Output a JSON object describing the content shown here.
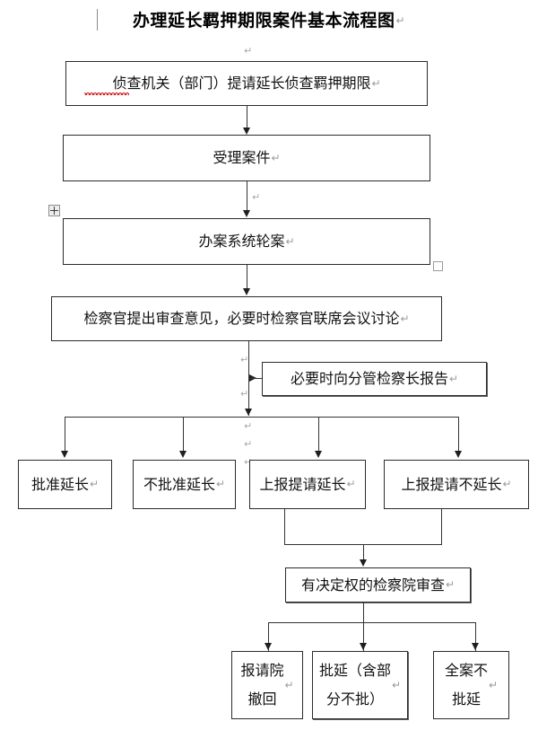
{
  "document": {
    "title": "办理延长羁押期限案件基本流程图",
    "pilcrow": "↵"
  },
  "flow": {
    "nodes": [
      {
        "id": "n1",
        "label": "侦查机关（部门）提请延长侦查羁押期限"
      },
      {
        "id": "n2",
        "label": "受理案件"
      },
      {
        "id": "n3",
        "label": "办案系统轮案"
      },
      {
        "id": "n4",
        "label": "检察官提出审查意见，必要时检察官联席会议讨论"
      },
      {
        "id": "n5",
        "label": "必要时向分管检察长报告"
      },
      {
        "id": "n6",
        "label": "批准延长"
      },
      {
        "id": "n7",
        "label": "不批准延长"
      },
      {
        "id": "n8",
        "label": "上报提请延长"
      },
      {
        "id": "n9",
        "label": "上报提请不延长"
      },
      {
        "id": "n10",
        "label": "有决定权的检察院审查"
      },
      {
        "id": "n11",
        "label": "报请院\n撤回"
      },
      {
        "id": "n12",
        "label": "批延（含部\n分不批）"
      },
      {
        "id": "n13",
        "label": "全案不\n批延"
      }
    ]
  },
  "editor_artifacts": {
    "table_move_handle": "move-handle",
    "table_resize_handle": "resize-handle",
    "paragraph_mark": "↵"
  },
  "colors": {
    "page_background": "#ffffff",
    "text": "#111111",
    "box_border": "#2b2b2b",
    "connector": "#333333",
    "arrow": "#1f1f1f",
    "pilcrow": "#9a9a9a",
    "spellcheck_underline": "#d21b1b",
    "handle_fill": "#ededed",
    "handle_border": "#8d8d8d"
  }
}
